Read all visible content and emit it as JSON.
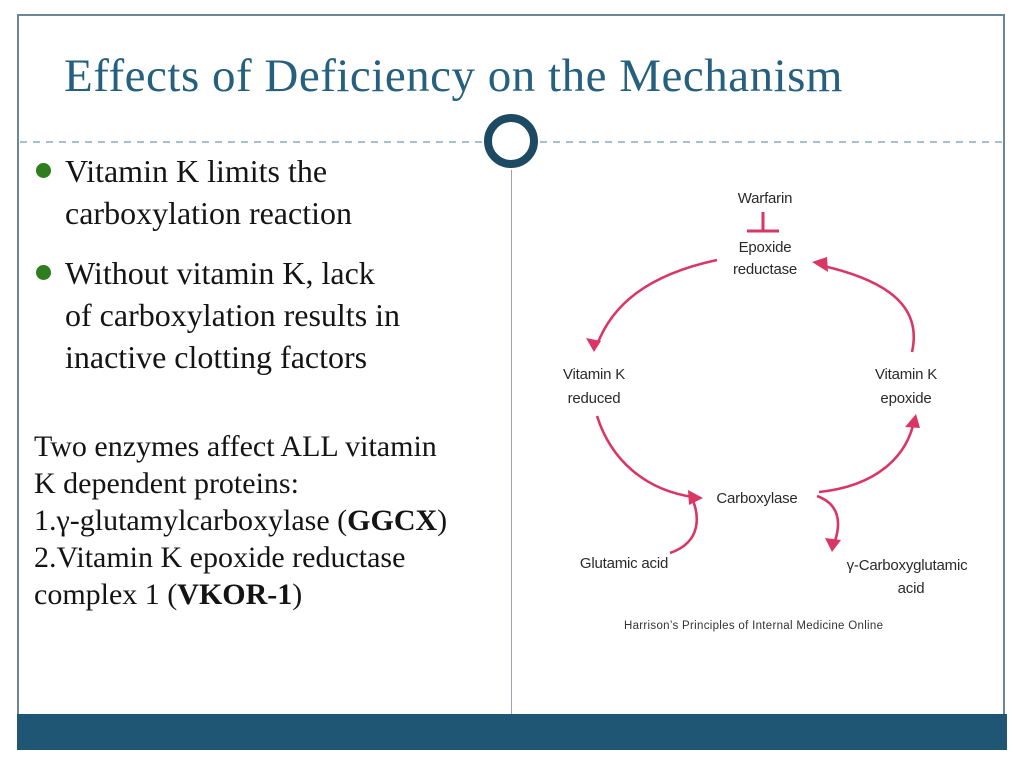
{
  "slide": {
    "title": "Effects of Deficiency on the Mechanism",
    "bullets": [
      {
        "lines": [
          "Vitamin K limits the",
          "carboxylation reaction"
        ]
      },
      {
        "lines": [
          "Without vitamin K, lack",
          "of carboxylation results in",
          "inactive clotting factors"
        ]
      }
    ],
    "enzymes": {
      "line1": "Two enzymes affect ALL vitamin",
      "line2": "K dependent proteins:",
      "item1_pre": "1.γ-glutamylcarboxylase (",
      "item1_bold": "GGCX",
      "item1_post": ")",
      "item2_line1": "2.Vitamin K epoxide reductase",
      "item2_line2_pre": "complex 1 (",
      "item2_line2_bold": "VKOR-1",
      "item2_line2_post": ")"
    }
  },
  "diagram": {
    "labels": {
      "warfarin": "Warfarin",
      "epoxide_line1": "Epoxide",
      "epoxide_line2": "reductase",
      "vk_reduced_line1": "Vitamin K",
      "vk_reduced_line2": "reduced",
      "vk_epoxide_line1": "Vitamin K",
      "vk_epoxide_line2": "epoxide",
      "carboxylase": "Carboxylase",
      "glutamic_acid": "Glutamic acid",
      "gamma_line1": "γ-Carboxyglutamic",
      "gamma_line2": "acid"
    },
    "caption": "Harrison’s Principles of Internal Medicine Online",
    "arrow_color": "#d93666"
  },
  "colors": {
    "title": "#26607f",
    "bottom_bar": "#1f5673",
    "ring": "#1d4a63",
    "frame": "#6b8698",
    "bullet": "#2e7d1f",
    "arrow": "#d93666"
  }
}
